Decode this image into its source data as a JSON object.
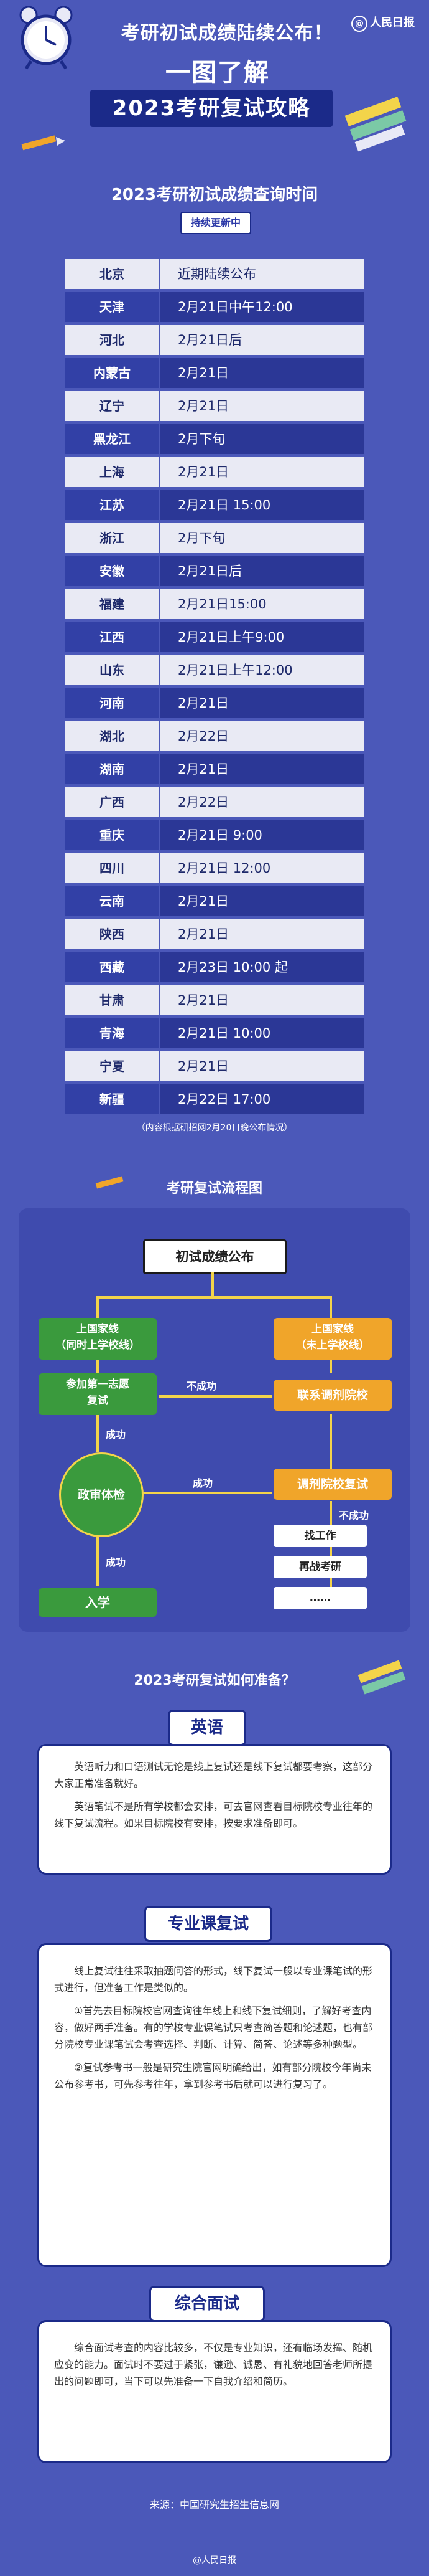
{
  "header": {
    "logo_text": "人民日报",
    "headline_line1": "考研初试成绩陆续公布！",
    "headline_line2": "一图了解",
    "banner": "2023考研复试攻略"
  },
  "score_query": {
    "title": "2023考研初试成绩查询时间",
    "status_tag": "持续更新中",
    "rows": [
      {
        "province": "北京",
        "date": "近期陆续公布"
      },
      {
        "province": "天津",
        "date": "2月21日中午12:00"
      },
      {
        "province": "河北",
        "date": "2月21日后"
      },
      {
        "province": "内蒙古",
        "date": "2月21日"
      },
      {
        "province": "辽宁",
        "date": "2月21日"
      },
      {
        "province": "黑龙江",
        "date": "2月下旬"
      },
      {
        "province": "上海",
        "date": "2月21日"
      },
      {
        "province": "江苏",
        "date": "2月21日 15:00"
      },
      {
        "province": "浙江",
        "date": "2月下旬"
      },
      {
        "province": "安徽",
        "date": "2月21日后"
      },
      {
        "province": "福建",
        "date": "2月21日15:00"
      },
      {
        "province": "江西",
        "date": "2月21日上午9:00"
      },
      {
        "province": "山东",
        "date": "2月21日上午12:00"
      },
      {
        "province": "河南",
        "date": "2月21日"
      },
      {
        "province": "湖北",
        "date": "2月22日"
      },
      {
        "province": "湖南",
        "date": "2月21日"
      },
      {
        "province": "广西",
        "date": "2月22日"
      },
      {
        "province": "重庆",
        "date": "2月21日 9:00"
      },
      {
        "province": "四川",
        "date": "2月21日 12:00"
      },
      {
        "province": "云南",
        "date": "2月21日"
      },
      {
        "province": "陕西",
        "date": "2月21日"
      },
      {
        "province": "西藏",
        "date": "2月23日 10:00 起"
      },
      {
        "province": "甘肃",
        "date": "2月21日"
      },
      {
        "province": "青海",
        "date": "2月21日 10:00"
      },
      {
        "province": "宁夏",
        "date": "2月21日"
      },
      {
        "province": "新疆",
        "date": "2月22日 17:00"
      }
    ],
    "note": "（内容根据研招网2月20日晚公布情况）"
  },
  "flow": {
    "title": "考研复试流程图",
    "start": "初试成绩公布",
    "left_line": "上国家线\n（同时上学校线）",
    "right_line": "上国家线\n（未上学校线）",
    "first_choice": "参加第一志愿\n复试",
    "fail_label": "不成功",
    "adjust_contact": "联系调剂院校",
    "success_label_1": "成功",
    "politics_check": "政审体检",
    "success_label_2": "成功",
    "adjust_retest": "调剂院校复试",
    "fail_label_2": "不成功",
    "find_job": "找工作",
    "retake": "再战考研",
    "more": "……",
    "success_label_3": "成功",
    "enroll": "入学"
  },
  "prep": {
    "title": "2023考研复试如何准备？",
    "english": {
      "label": "英语",
      "p1": "英语听力和口语测试无论是线上复试还是线下复试都要考察，这部分大家正常准备就好。",
      "p2": "英语笔试不是所有学校都会安排，可去官网查看目标院校专业往年的线下复试流程。如果目标院校有安排，按要求准备即可。"
    },
    "major": {
      "label": "专业课复试",
      "p1": "线上复试往往采取抽题问答的形式，线下复试一般以专业课笔试的形式进行，但准备工作是类似的。",
      "p2": "①首先去目标院校官网查询往年线上和线下复试细则，了解好考查内容，做好两手准备。有的学校专业课笔试只考查简答题和论述题，也有部分院校专业课笔试会考查选择、判断、计算、简答、论述等多种题型。",
      "p3": "②复试参考书一般是研究生院官网明确给出，如有部分院校今年尚未公布参考书，可先参考往年，拿到参考书后就可以进行复习了。"
    },
    "interview": {
      "label": "综合面试",
      "p1": "综合面试考查的内容比较多，不仅是专业知识，还有临场发挥、随机应变的能力。面试时不要过于紧张，谦逊、诚恳、有礼貌地回答老师所提出的问题即可，当下可以先准备一下自我介绍和简历。"
    }
  },
  "footer": {
    "source": "来源：中国研究生招生信息网",
    "watermark": "@人民日报"
  },
  "colors": {
    "background": "#4B58B9",
    "dark_row": "#2B3796",
    "light_row": "#E9EAF4",
    "green": "#3A9A3D",
    "orange": "#F0A52A",
    "yellow_line": "#F3D44A"
  }
}
